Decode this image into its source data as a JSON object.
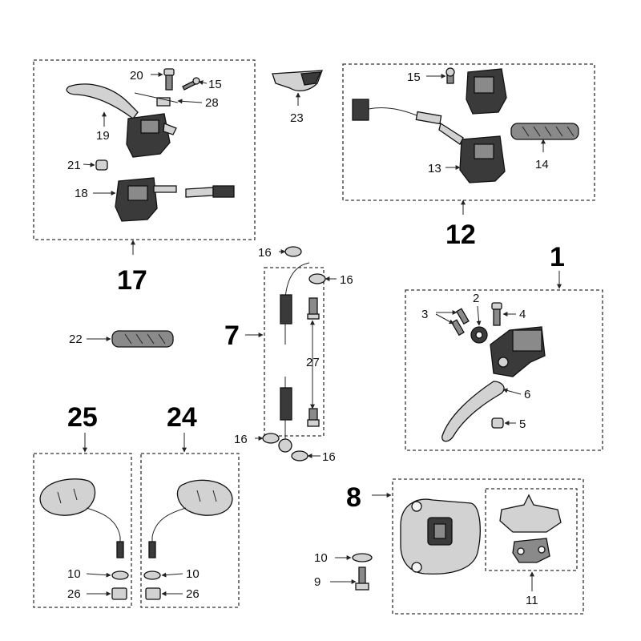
{
  "callouts": {
    "c20": "20",
    "c15a": "15",
    "c28": "28",
    "c19": "19",
    "c21": "21",
    "c18": "18",
    "c17": "17",
    "c23": "23",
    "c15b": "15",
    "c13": "13",
    "c14": "14",
    "c12": "12",
    "c16a": "16",
    "c16b": "16",
    "c7": "7",
    "c27": "27",
    "c16c": "16",
    "c16d": "16",
    "c22": "22",
    "c1": "1",
    "c3": "3",
    "c2": "2",
    "c4": "4",
    "c6": "6",
    "c5": "5",
    "c25": "25",
    "c24": "24",
    "c10a": "10",
    "c10b": "10",
    "c26a": "26",
    "c26b": "26",
    "c8": "8",
    "c10c": "10",
    "c9": "9",
    "c11": "11"
  },
  "colors": {
    "line": "#222222",
    "part_dark": "#3a3a3a",
    "part_mid": "#8a8a8a",
    "part_light": "#d2d2d2"
  }
}
